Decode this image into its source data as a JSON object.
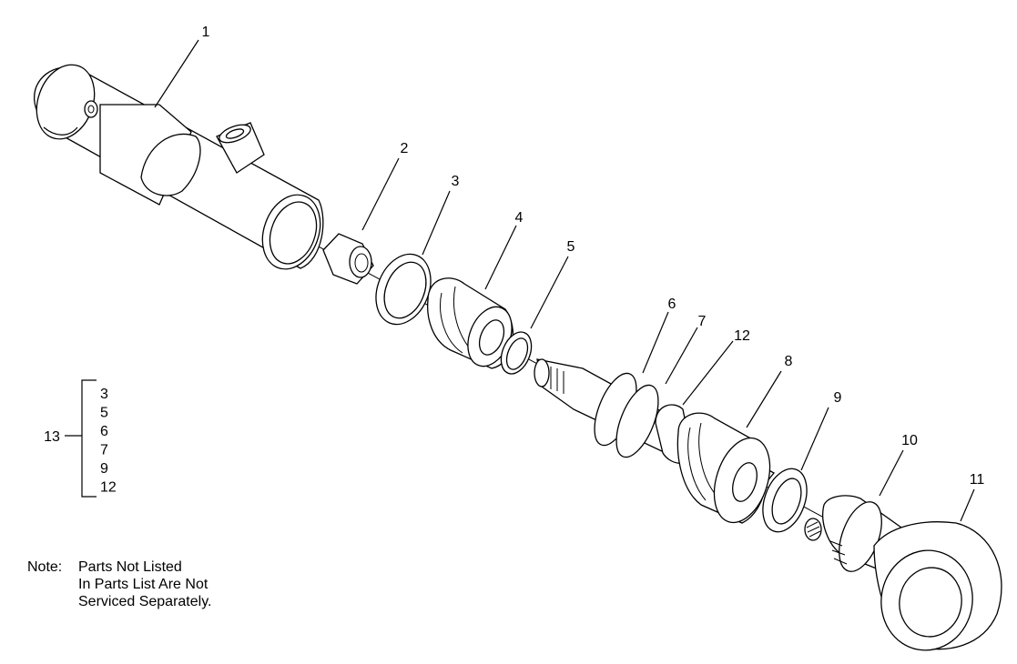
{
  "callouts": {
    "c1": "1",
    "c2": "2",
    "c3": "3",
    "c4": "4",
    "c5": "5",
    "c6": "6",
    "c7": "7",
    "c12": "12",
    "c8": "8",
    "c9": "9",
    "c10": "10",
    "c11": "11"
  },
  "kit": {
    "number": "13",
    "items": [
      "3",
      "5",
      "6",
      "7",
      "9",
      "12"
    ]
  },
  "note": {
    "label": "Note:",
    "lines": [
      "Parts Not Listed",
      "In Parts List Are Not",
      "Serviced Separately."
    ]
  }
}
